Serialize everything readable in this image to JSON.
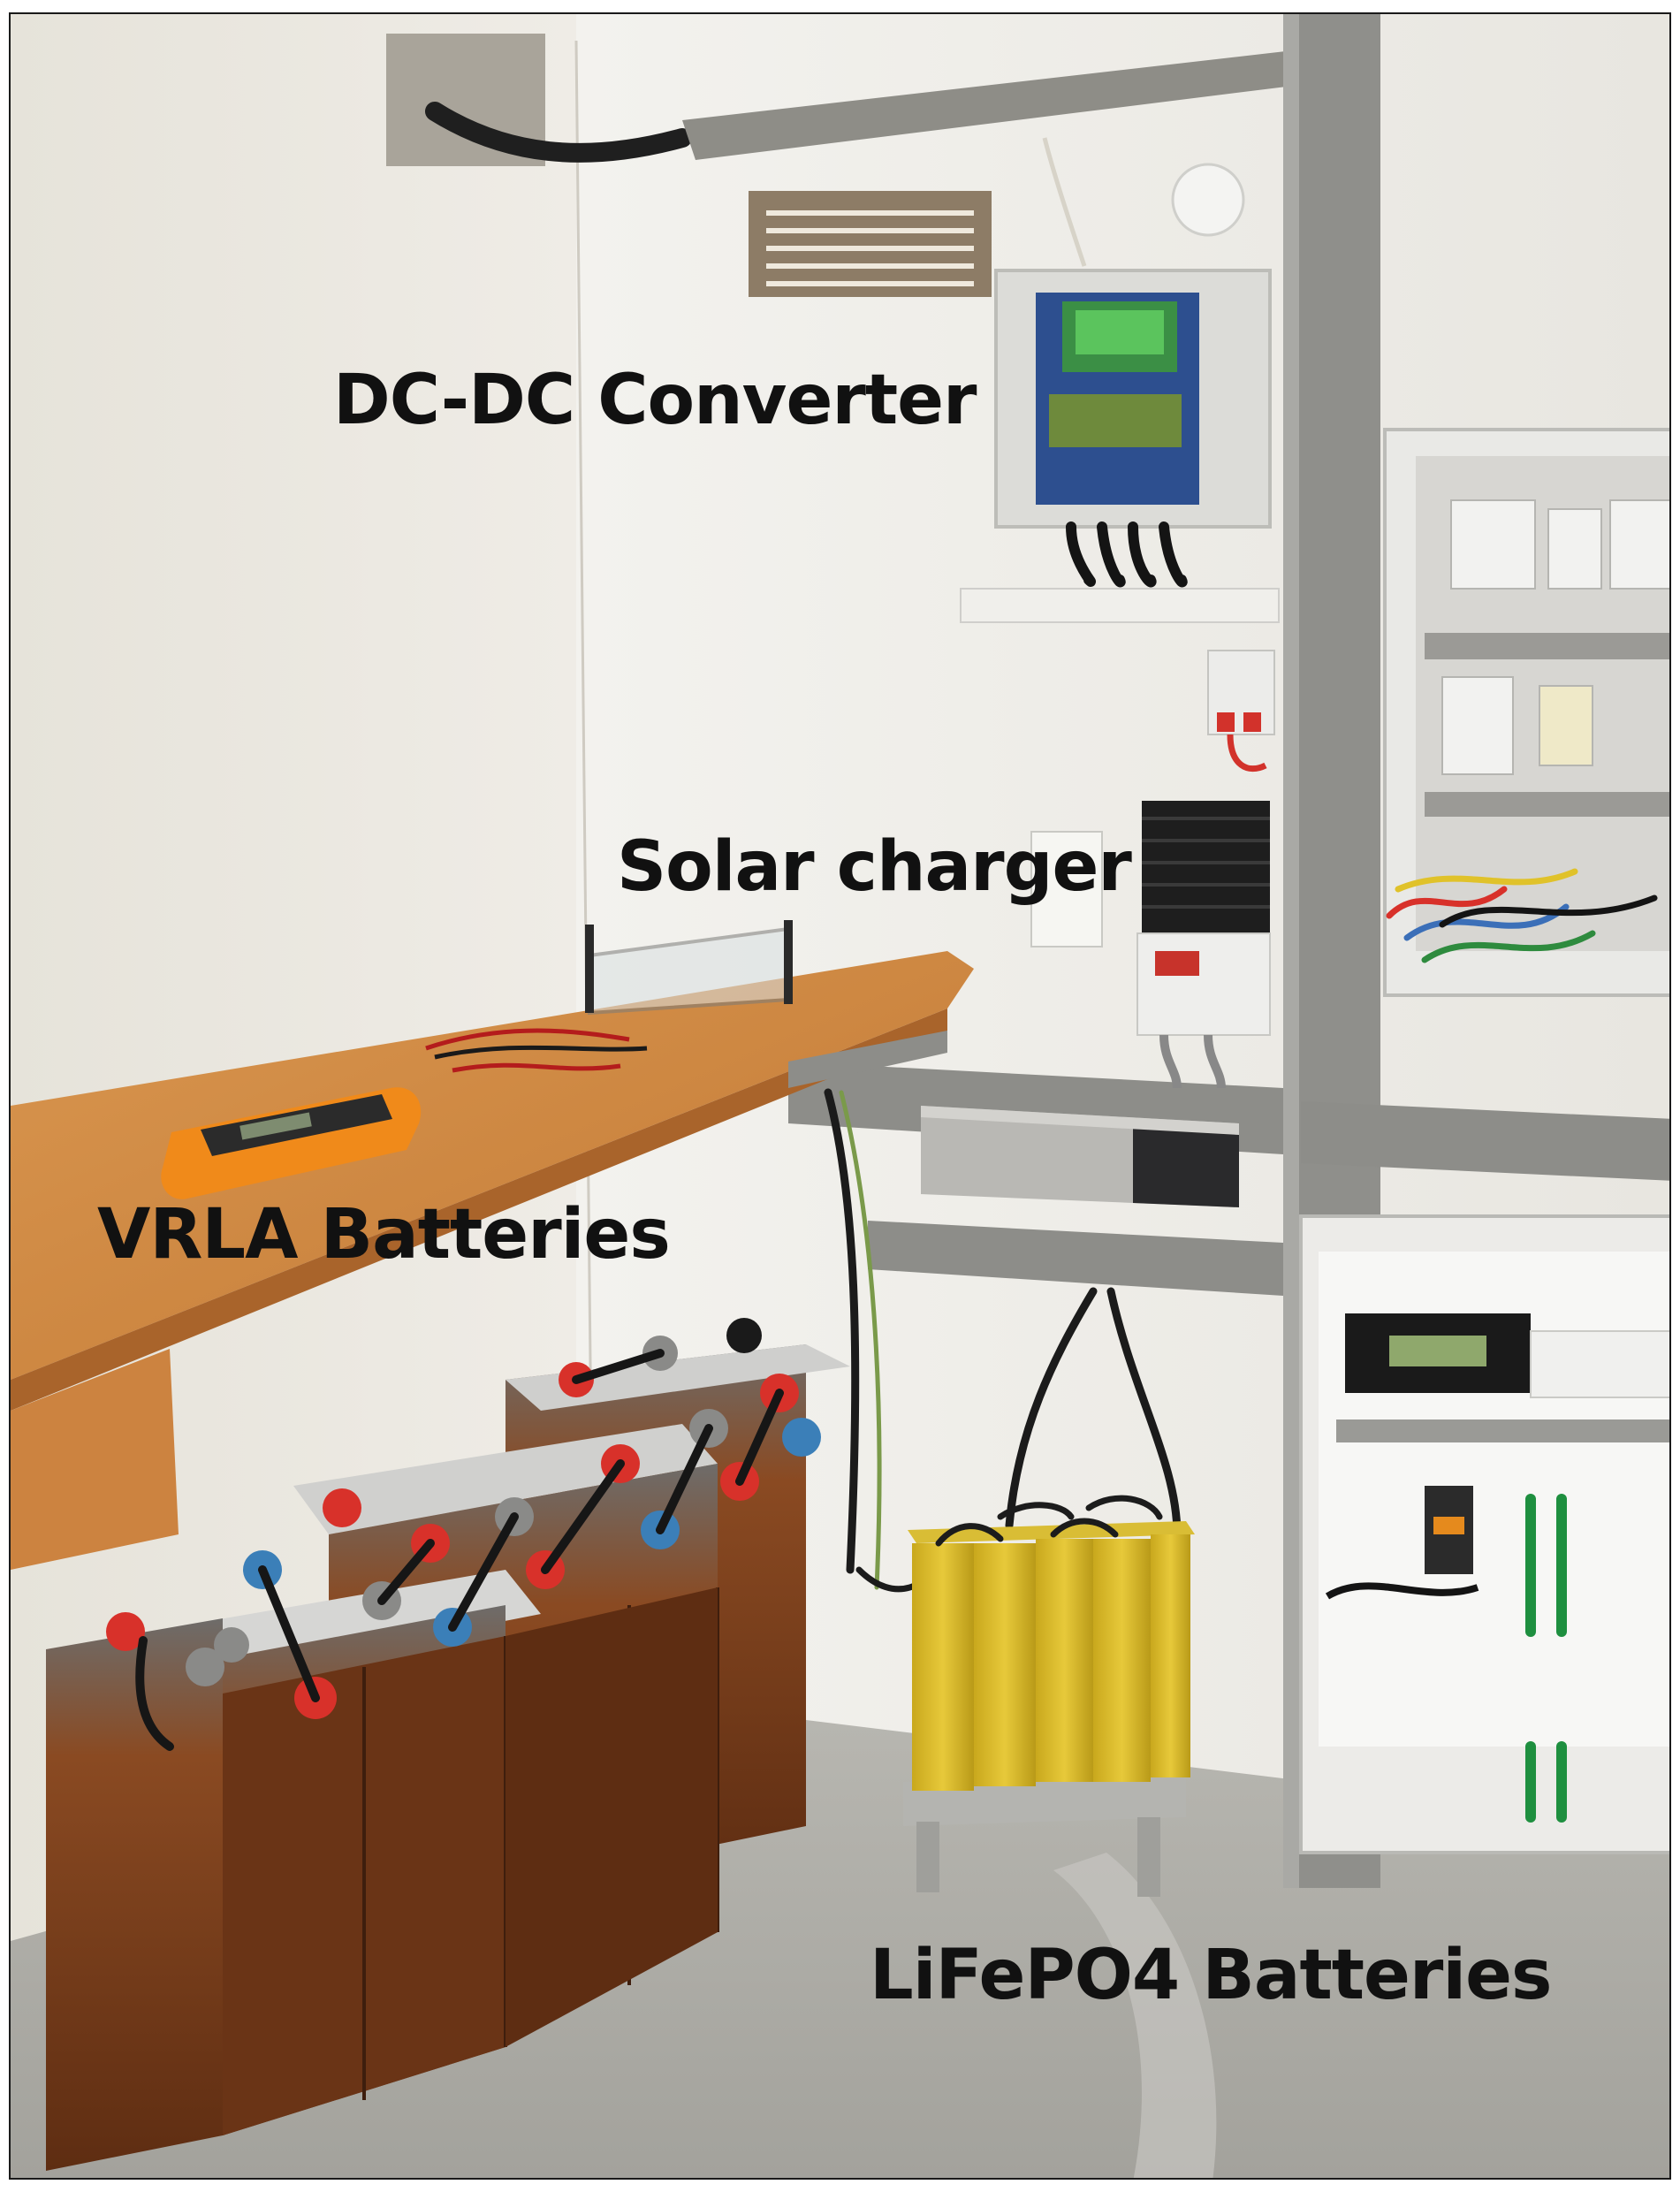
{
  "photo": {
    "subject": "battery-room-equipment",
    "colors": {
      "wall": "#ece9e2",
      "floor": "#a9a9a4",
      "shelf": "#cf8a43",
      "vrla_case": "#7a3f1c",
      "vrla_lid": "#c9c9c9",
      "terminal_red": "#d8312a",
      "terminal_blue": "#3b7fb8",
      "lifepo4_cell": "#e0c22a",
      "steel_beam": "#8f8f8b",
      "cabinet": "#ececea",
      "heatsink": "#1e1e1e",
      "multimeter": "#f08a1a",
      "label_text": "#111111"
    }
  },
  "labels": {
    "dcdc_converter": "DC-DC Converter",
    "solar_charger": "Solar charger",
    "vrla_batteries": "VRLA Batteries",
    "lifepo4_batteries": "LiFePO4 Batteries"
  }
}
